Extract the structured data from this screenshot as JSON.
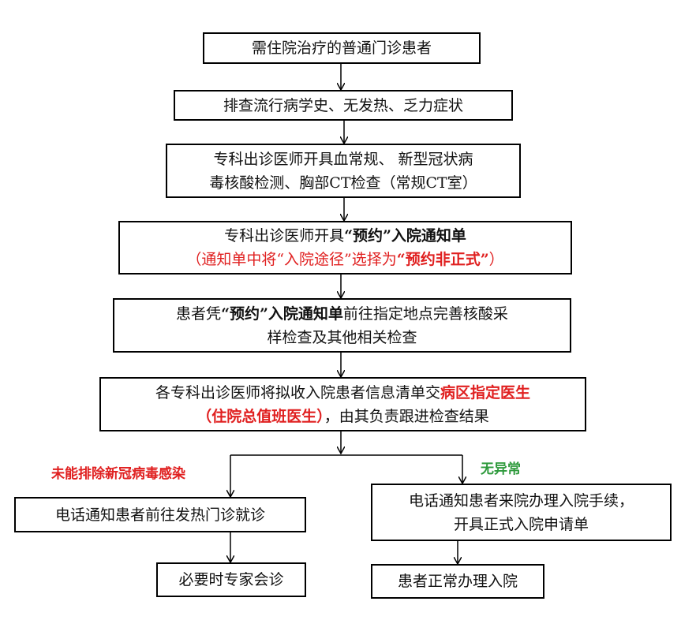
{
  "colors": {
    "red": "#e02020",
    "green": "#2e9a3c",
    "border": "#000000"
  },
  "nodes": {
    "n1": {
      "line1": "需住院治疗的普通门诊患者"
    },
    "n2": {
      "line1": "排查流行病学史、无发热、乏力症状"
    },
    "n3": {
      "line1": "专科出诊医师开具血常规、 新型冠状病",
      "line2": "毒核酸检测、胸部CT检查（常规CT室）"
    },
    "n4": {
      "l1_a": "专科出诊医师开具",
      "l1_b": "“预约”入院通知单",
      "l2_a": "（通知单中将“入院途径”选择为",
      "l2_b": "“预约非正式”",
      "l2_c": "）"
    },
    "n5": {
      "l1_a": "患者凭",
      "l1_b": "“预约”入院通知单",
      "l1_c": "前往指定地点完善核酸采",
      "line2": "样检查及其他相关检查"
    },
    "n6": {
      "l1_a": "各专科出诊医师将拟收入院患者信息清单交",
      "l1_b": "病区指定医生",
      "l2_a": "（住院总值班医生）",
      "l2_b": "，由其负责跟进检查结果"
    },
    "left1": {
      "line1": "电话通知患者前往发热门诊就诊"
    },
    "left2": {
      "line1": "必要时专家会诊"
    },
    "right1": {
      "line1": "电话通知患者来院办理入院手续，",
      "line2": "开具正式入院申请单"
    },
    "right2": {
      "line1": "患者正常办理入院"
    }
  },
  "branch_labels": {
    "left": "未能排除新冠病毒感染",
    "right": "无异常"
  }
}
